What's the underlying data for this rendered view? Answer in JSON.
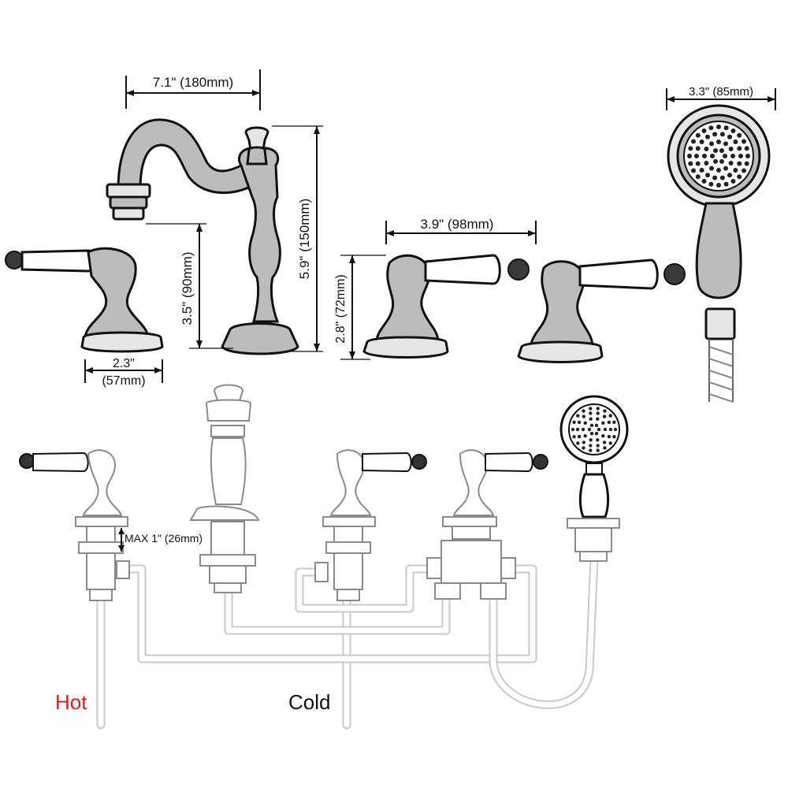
{
  "dimensions": {
    "spout_reach": "7.1\" (180mm)",
    "handshower_head": "3.3\" (85mm)",
    "handle_spread": "3.9\" (98mm)",
    "spout_height": "5.9\" (150mm)",
    "spout_outlet_height": "3.5\" (90mm)",
    "handle_height": "2.8\" (72mm)",
    "base_width_top": "2.3\"",
    "base_width_bottom": "(57mm)",
    "max_deck": "MAX 1\" (26mm)"
  },
  "labels": {
    "hot": "Hot",
    "cold": "Cold"
  },
  "colors": {
    "hot": "#e01818",
    "cold": "#111111",
    "pipe": "#c9c9c9"
  }
}
